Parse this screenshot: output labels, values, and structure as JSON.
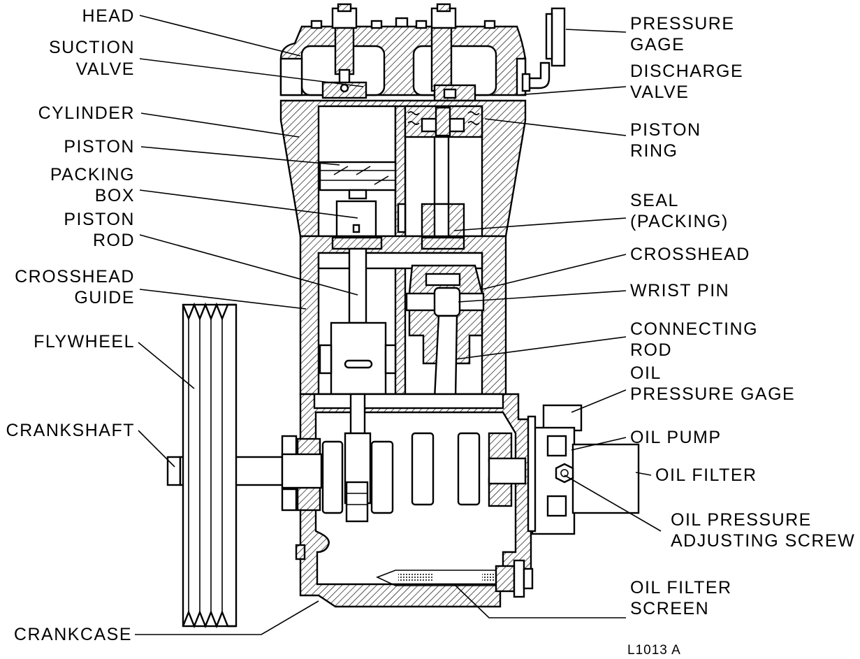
{
  "labels_left": [
    {
      "id": "head",
      "lines": [
        "HEAD"
      ]
    },
    {
      "id": "suction-valve",
      "lines": [
        "SUCTION",
        "VALVE"
      ]
    },
    {
      "id": "cylinder",
      "lines": [
        "CYLINDER"
      ]
    },
    {
      "id": "piston",
      "lines": [
        "PISTON"
      ]
    },
    {
      "id": "packing-box",
      "lines": [
        "PACKING",
        "BOX"
      ]
    },
    {
      "id": "piston-rod",
      "lines": [
        "PISTON",
        "ROD"
      ]
    },
    {
      "id": "crosshead-guide",
      "lines": [
        "CROSSHEAD",
        "GUIDE"
      ]
    },
    {
      "id": "flywheel",
      "lines": [
        "FLYWHEEL"
      ]
    },
    {
      "id": "crankshaft",
      "lines": [
        "CRANKSHAFT"
      ]
    },
    {
      "id": "crankcase",
      "lines": [
        "CRANKCASE"
      ]
    }
  ],
  "labels_right": [
    {
      "id": "pressure-gage",
      "lines": [
        "PRESSURE",
        "GAGE"
      ]
    },
    {
      "id": "discharge-valve",
      "lines": [
        "DISCHARGE",
        "VALVE"
      ]
    },
    {
      "id": "piston-ring",
      "lines": [
        "PISTON",
        "RING"
      ]
    },
    {
      "id": "seal-packing",
      "lines": [
        "SEAL",
        "(PACKING)"
      ]
    },
    {
      "id": "crosshead",
      "lines": [
        "CROSSHEAD"
      ]
    },
    {
      "id": "wrist-pin",
      "lines": [
        "WRIST PIN"
      ]
    },
    {
      "id": "connecting-rod",
      "lines": [
        "CONNECTING",
        "ROD"
      ]
    },
    {
      "id": "oil-pressure-gage",
      "lines": [
        "OIL",
        "PRESSURE GAGE"
      ]
    },
    {
      "id": "oil-pump",
      "lines": [
        "OIL PUMP"
      ]
    },
    {
      "id": "oil-filter",
      "lines": [
        "OIL FILTER"
      ]
    },
    {
      "id": "oil-pressure-adjusting-screw",
      "lines": [
        "OIL PRESSURE",
        "ADJUSTING SCREW"
      ]
    },
    {
      "id": "oil-filter-screen",
      "lines": [
        "OIL FILTER",
        "SCREEN"
      ]
    }
  ],
  "figure_code": "L1013 A"
}
